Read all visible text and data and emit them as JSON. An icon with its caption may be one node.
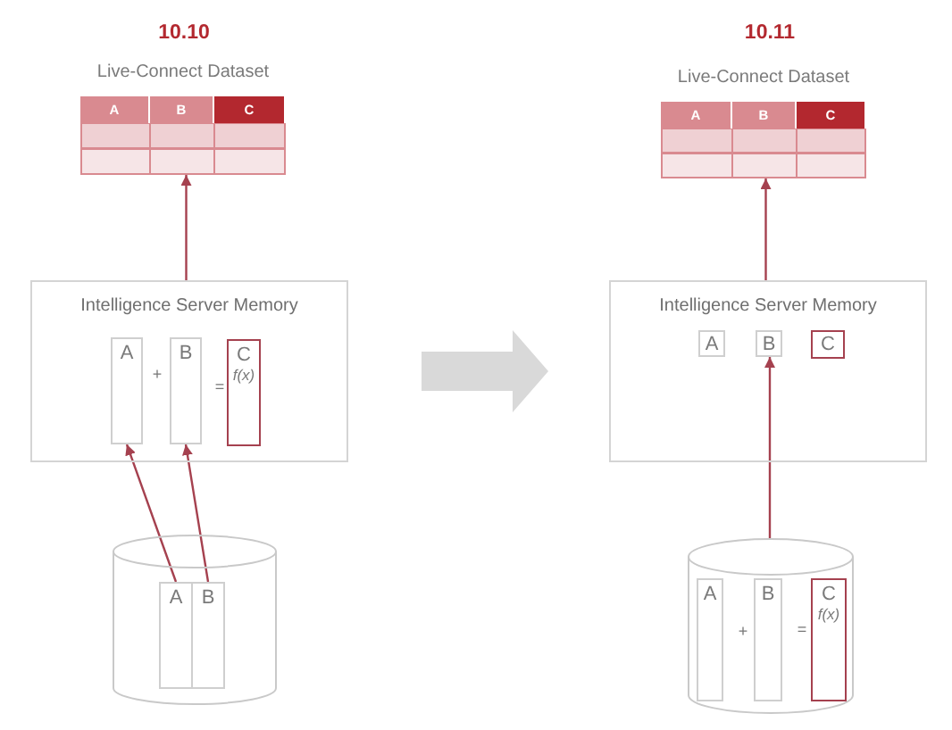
{
  "diagram": {
    "nodes": [
      {
        "text": [
          "Live-Connect Dataset"
        ]
      },
      {
        "text": [
          "A"
        ],
        "in": 0
      },
      {
        "text": [
          "B"
        ],
        "in": 0
      },
      {
        "text": [
          "C"
        ],
        "in": 0
      },
      {
        "text": [
          "Intelligence Server Memory"
        ]
      },
      {
        "text": [
          "A"
        ],
        "in": 4
      },
      {
        "text": [
          "B"
        ],
        "in": 4
      },
      {
        "text": [
          "C",
          "f(x)"
        ],
        "in": 4
      },
      {
        "text": [],
        "shape": "cylinder"
      },
      {
        "text": [
          "A"
        ],
        "in": 8
      },
      {
        "text": [
          "B"
        ],
        "in": 8
      },
      {
        "text": [
          "Live-Connect Dataset"
        ]
      },
      {
        "text": [
          "A"
        ],
        "in": 11
      },
      {
        "text": [
          "B"
        ],
        "in": 11
      },
      {
        "text": [
          "C"
        ],
        "in": 11
      },
      {
        "text": [
          "Intelligence Server Memory"
        ]
      },
      {
        "text": [
          "A"
        ],
        "in": 15
      },
      {
        "text": [
          "B"
        ],
        "in": 15
      },
      {
        "text": [
          "C"
        ],
        "in": 15
      },
      {
        "text": [],
        "shape": "cylinder"
      },
      {
        "text": [
          "A"
        ],
        "in": 19
      },
      {
        "text": [
          "B"
        ],
        "in": 19
      },
      {
        "text": [
          "C",
          "f(x)"
        ],
        "in": 19
      }
    ],
    "edges": [
      {
        "from": 4,
        "to": 0,
        "arrow": "to"
      },
      {
        "from": 9,
        "to": 5,
        "arrow": "to"
      },
      {
        "from": 10,
        "to": 6,
        "arrow": "to"
      },
      {
        "from": 4,
        "to": 15,
        "arrow": "to",
        "style": "thick",
        "color": "#d9d9d9"
      },
      {
        "from": 15,
        "to": 11,
        "arrow": "to"
      },
      {
        "from": 19,
        "to": 17,
        "arrow": "to"
      }
    ],
    "labels": [
      "10.10",
      "10.11",
      "+",
      "=",
      "+",
      "="
    ]
  }
}
